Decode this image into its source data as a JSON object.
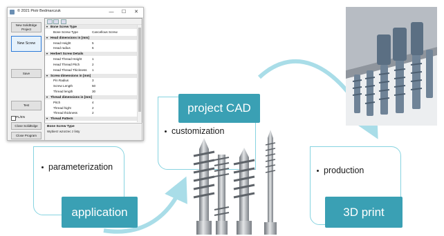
{
  "window": {
    "title": "© 2021 Piotr Bedmarczuk",
    "controls": {
      "minimize": "—",
      "maximize": "☐",
      "close": "✕"
    },
    "buttons": {
      "new_solidedge_project": "New SolidEdge Project",
      "new_screw": "New Screw",
      "save": "Save",
      "test": "Test",
      "close_solidedge": "Close SolidEdge",
      "close_program": "Close Program"
    },
    "checkbox_label": "PL/EN",
    "property_grid": {
      "rows": [
        {
          "type": "category",
          "key": "Bone Screw Type",
          "value": ""
        },
        {
          "type": "prop",
          "key": "Bone Screw Type",
          "value": "Cancellous Screw"
        },
        {
          "type": "category",
          "key": "Head dimensions in [mm]",
          "value": ""
        },
        {
          "type": "prop",
          "key": "Head Height",
          "value": "5"
        },
        {
          "type": "prop",
          "key": "Head radius",
          "value": "6"
        },
        {
          "type": "category",
          "key": "Herbert Screw Details",
          "value": ""
        },
        {
          "type": "prop",
          "key": "Head Thread Height",
          "value": "1"
        },
        {
          "type": "prop",
          "key": "Head Thread Pitch",
          "value": "2"
        },
        {
          "type": "prop",
          "key": "Head Thread Thickness",
          "value": "1"
        },
        {
          "type": "category",
          "key": "Screw dimensions in [mm]",
          "value": ""
        },
        {
          "type": "prop",
          "key": "Pin Radius",
          "value": "3"
        },
        {
          "type": "prop",
          "key": "Screw Length",
          "value": "50"
        },
        {
          "type": "prop",
          "key": "Thread length",
          "value": "30"
        },
        {
          "type": "category",
          "key": "Thread dimensions in [mm]",
          "value": ""
        },
        {
          "type": "prop",
          "key": "Pitch",
          "value": "4"
        },
        {
          "type": "prop",
          "key": "Thread hight",
          "value": "2"
        },
        {
          "type": "prop",
          "key": "Thread thickness",
          "value": "2"
        },
        {
          "type": "category",
          "key": "Thread Pattern",
          "value": ""
        }
      ],
      "description_title": "Bone Screw Type",
      "description_text": "Wybierz wzorzec z listy"
    }
  },
  "diagram": {
    "application": {
      "bullet": "parameterization",
      "label": "application"
    },
    "project_cad": {
      "bullet": "customization",
      "label": "project CAD"
    },
    "print_3d": {
      "bullet": "production",
      "label": "3D print"
    },
    "colors": {
      "box_fill": "#3aa0b4",
      "outline": "#86d3e0",
      "arrow": "#a9dde8"
    }
  }
}
